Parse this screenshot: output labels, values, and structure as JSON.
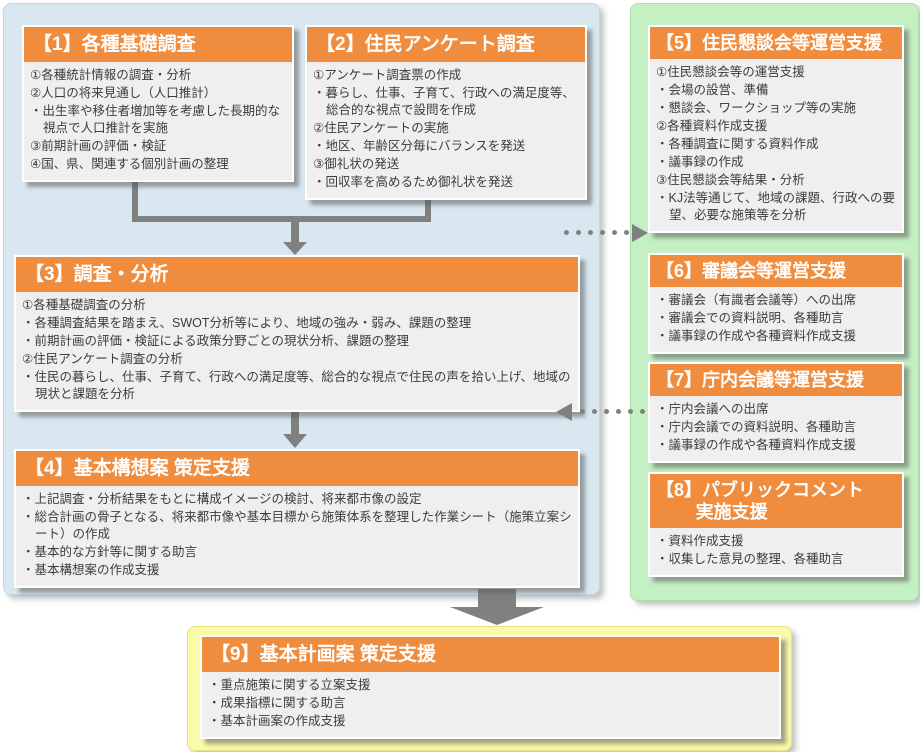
{
  "colors": {
    "orange": "#F08C3D",
    "panelBlue": "#D9E8F0",
    "panelGreen": "#C5F0C4",
    "panelYellow": "#FAFAA8",
    "boxBody": "#EFEFEF",
    "arrowGray": "#808080",
    "headerText": "#FFFFFF",
    "bodyText": "#3C3C3C"
  },
  "boxes": [
    {
      "title": "【1】各種基礎調査",
      "items": [
        "①各種統計情報の調査・分析",
        "②人口の将来見通し（人口推計）",
        "・出生率や移住者増加等を考慮した長期的な視点で人口推計を実施",
        "③前期計画の評価・検証",
        "④国、県、関連する個別計画の整理"
      ]
    },
    {
      "title": "【2】住民アンケート調査",
      "items": [
        "①アンケート調査票の作成",
        "・暮らし、仕事、子育て、行政への満足度等、総合的な視点で設問を作成",
        "②住民アンケートの実施",
        "・地区、年齢区分毎にバランスを発送",
        "③御礼状の発送",
        "・回収率を高めるため御礼状を発送"
      ]
    },
    {
      "title": "【3】調査・分析",
      "items": [
        "①各種基礎調査の分析",
        "・各種調査結果を踏まえ、SWOT分析等により、地域の強み・弱み、課題の整理",
        "・前期計画の評価・検証による政策分野ごとの現状分析、課題の整理",
        "②住民アンケート調査の分析",
        "・住民の暮らし、仕事、子育て、行政への満足度等、総合的な視点で住民の声を拾い上げ、地域の現状と課題を分析"
      ]
    },
    {
      "title": "【4】基本構想案 策定支援",
      "items": [
        "・上記調査・分析結果をもとに構成イメージの検討、将来都市像の設定",
        "・総合計画の骨子となる、将来都市像や基本目標から施策体系を整理した作業シート（施策立案シート）の作成",
        "・基本的な方針等に関する助言",
        "・基本構想案の作成支援"
      ]
    },
    {
      "title": "【5】住民懇談会等運営支援",
      "items": [
        "①住民懇談会等の運営支援",
        "・会場の設営、準備",
        "・懇談会、ワークショップ等の実施",
        "②各種資料作成支援",
        "・各種調査に関する資料作成",
        "・議事録の作成",
        "③住民懇談会等結果・分析",
        "・KJ法等通じて、地域の課題、行政への要望、必要な施策等を分析"
      ]
    },
    {
      "title": "【6】審議会等運営支援",
      "items": [
        "・審議会（有識者会議等）への出席",
        "・審議会での資料説明、各種助言",
        "・議事録の作成や各種資料作成支援"
      ]
    },
    {
      "title": "【7】庁内会議等運営支援",
      "items": [
        "・庁内会議への出席",
        "・庁内会議での資料説明、各種助言",
        "・議事録の作成や各種資料作成支援"
      ]
    },
    {
      "title": "【8】パブリックコメント",
      "title_line2": "実施支援",
      "items": [
        "・資料作成支援",
        "・収集した意見の整理、各種助言"
      ]
    },
    {
      "title": "【9】基本計画案 策定支援",
      "items": [
        "・重点施策に関する立案支援",
        "・成果指標に関する助言",
        "・基本計画案の作成支援"
      ]
    }
  ]
}
